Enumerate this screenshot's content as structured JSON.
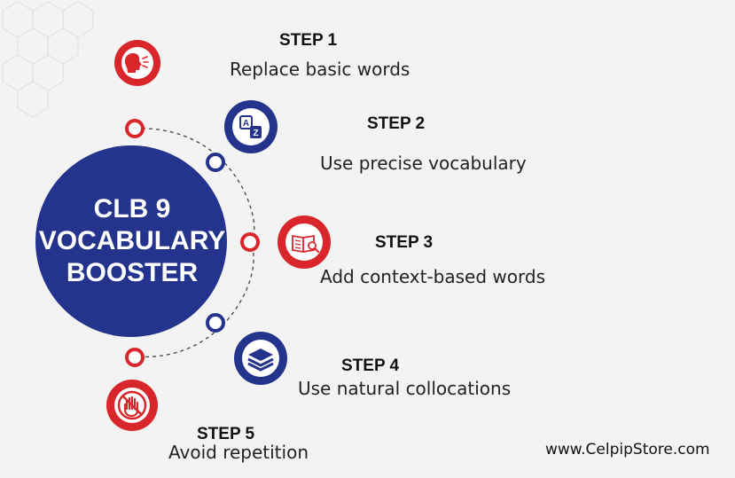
{
  "title": "CLB 9\nVOCABULARY\nBOOSTER",
  "steps": [
    {
      "label": "STEP 1",
      "description": "Replace basic words"
    },
    {
      "label": "STEP 2",
      "description": "Use precise vocabulary"
    },
    {
      "label": "STEP 3",
      "description": "Add context-based words"
    },
    {
      "label": "STEP 4",
      "description": "Use natural collocations"
    },
    {
      "label": "STEP 5",
      "description": "Avoid repetition"
    }
  ],
  "website": "www.CelpipStore.com",
  "colors": {
    "navy": "#24348c",
    "red": "#d9262b",
    "background": "#f3f3f4",
    "hex_pattern": "#e2e2e5"
  },
  "icons": [
    "speaking-head-icon",
    "a-to-z-translate-icon",
    "book-search-icon",
    "stacked-layers-icon",
    "no-hand-icon"
  ]
}
